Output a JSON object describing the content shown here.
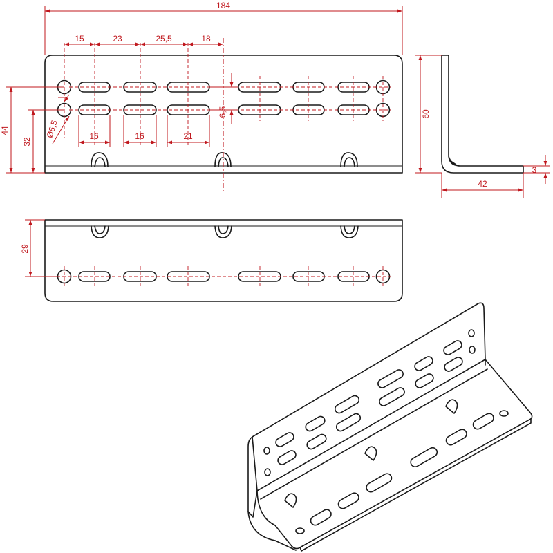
{
  "dimensions": {
    "overall_length": "184",
    "pitch_1": "15",
    "pitch_2": "23",
    "pitch_3": "25,5",
    "pitch_4": "18",
    "slot_len_1": "16",
    "slot_len_2": "16",
    "slot_len_3": "21",
    "row_spacing": "6,5",
    "hole_dia": "Ø6,5",
    "upper_row_height": "44",
    "lower_row_height": "32",
    "flange_height": "60",
    "flange_width": "42",
    "thickness": "3",
    "bottom_row_depth": "29"
  },
  "colors": {
    "line": "#1a1a1a",
    "dimension": "#c0181e"
  }
}
